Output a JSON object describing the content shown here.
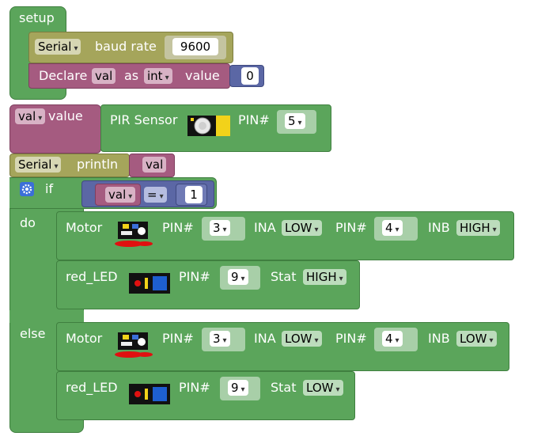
{
  "setup": {
    "label": "setup",
    "serial_drop": "Serial",
    "baud_label": "baud rate",
    "baud_value": "9600",
    "declare_label": "Declare",
    "var_drop": "val",
    "as_label": "as",
    "type_drop": "int",
    "value_label": "value",
    "declare_value": "0"
  },
  "assign": {
    "var_drop": "val",
    "value_label": "value",
    "pir_label": "PIR Sensor",
    "pin_label": "PIN#",
    "pin_value": "5"
  },
  "println": {
    "serial_drop": "Serial",
    "label": "println",
    "var": "val"
  },
  "if_block": {
    "if_label": "if",
    "do_label": "do",
    "else_label": "else",
    "cond_var": "val",
    "cond_op": "=",
    "cond_value": "1"
  },
  "do_motor": {
    "label": "Motor",
    "pin_label": "PIN#",
    "pin_value": "3",
    "ina_label": "INA",
    "ina_value": "LOW",
    "pin2_label": "PIN#",
    "pin2_value": "4",
    "inb_label": "INB",
    "inb_value": "HIGH"
  },
  "do_led": {
    "label": "red_LED",
    "pin_label": "PIN#",
    "pin_value": "9",
    "stat_label": "Stat",
    "stat_value": "HIGH"
  },
  "else_motor": {
    "label": "Motor",
    "pin_label": "PIN#",
    "pin_value": "3",
    "ina_label": "INA",
    "ina_value": "LOW",
    "pin2_label": "PIN#",
    "pin2_value": "4",
    "inb_label": "INB",
    "inb_value": "LOW"
  },
  "else_led": {
    "label": "red_LED",
    "pin_label": "PIN#",
    "pin_value": "9",
    "stat_label": "Stat",
    "stat_value": "LOW"
  },
  "colors": {
    "green": "#5ba55b",
    "olive": "#a5a55b",
    "maroon": "#a55b80",
    "blue": "#5b67a5"
  },
  "icons": [
    "gear-icon",
    "pir-sensor-icon",
    "motor-module-icon",
    "led-module-icon",
    "dropdown-arrow-icon"
  ]
}
